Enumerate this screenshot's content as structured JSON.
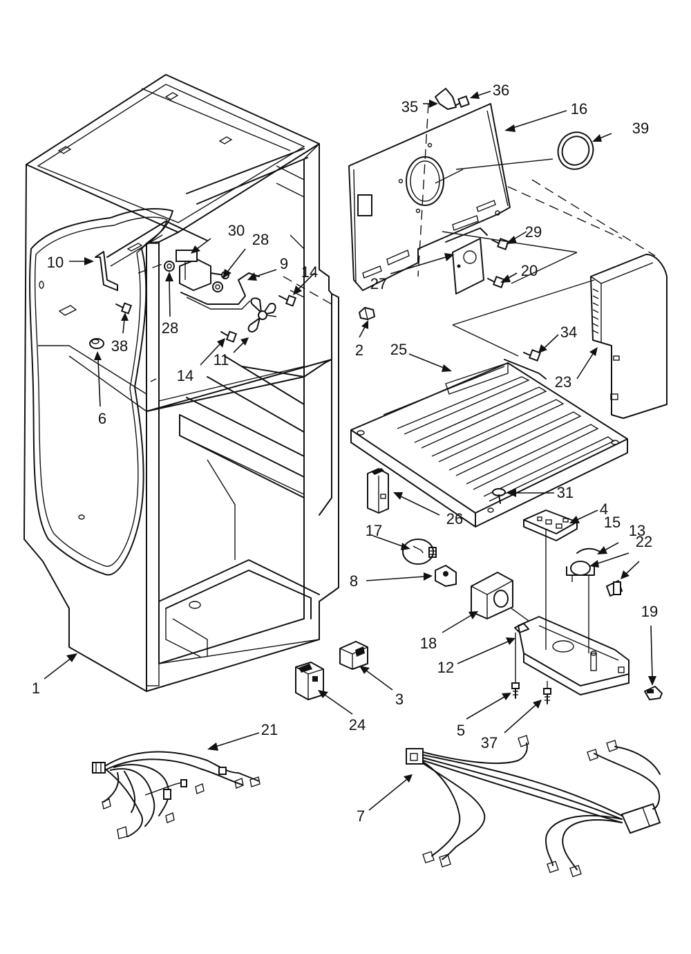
{
  "callouts": [
    {
      "id": "c1",
      "label": "1"
    },
    {
      "id": "c2",
      "label": "2"
    },
    {
      "id": "c3",
      "label": "3"
    },
    {
      "id": "c4",
      "label": "4"
    },
    {
      "id": "c5",
      "label": "5"
    },
    {
      "id": "c6",
      "label": "6"
    },
    {
      "id": "c7",
      "label": "7"
    },
    {
      "id": "c8",
      "label": "8"
    },
    {
      "id": "c9",
      "label": "9"
    },
    {
      "id": "c10",
      "label": "10"
    },
    {
      "id": "c11",
      "label": "11"
    },
    {
      "id": "c12",
      "label": "12"
    },
    {
      "id": "c13",
      "label": "13"
    },
    {
      "id": "c14a",
      "label": "14"
    },
    {
      "id": "c14b",
      "label": "14"
    },
    {
      "id": "c15",
      "label": "15"
    },
    {
      "id": "c16",
      "label": "16"
    },
    {
      "id": "c17",
      "label": "17"
    },
    {
      "id": "c18",
      "label": "18"
    },
    {
      "id": "c19",
      "label": "19"
    },
    {
      "id": "c20",
      "label": "20"
    },
    {
      "id": "c21",
      "label": "21"
    },
    {
      "id": "c22",
      "label": "22"
    },
    {
      "id": "c23",
      "label": "23"
    },
    {
      "id": "c24",
      "label": "24"
    },
    {
      "id": "c25",
      "label": "25"
    },
    {
      "id": "c26",
      "label": "26"
    },
    {
      "id": "c27",
      "label": "27"
    },
    {
      "id": "c28a",
      "label": "28"
    },
    {
      "id": "c28b",
      "label": "28"
    },
    {
      "id": "c29",
      "label": "29"
    },
    {
      "id": "c30",
      "label": "30"
    },
    {
      "id": "c31",
      "label": "31"
    },
    {
      "id": "c34",
      "label": "34"
    },
    {
      "id": "c35",
      "label": "35"
    },
    {
      "id": "c36",
      "label": "36"
    },
    {
      "id": "c37",
      "label": "37"
    },
    {
      "id": "c38",
      "label": "38"
    },
    {
      "id": "c39",
      "label": "39"
    }
  ]
}
